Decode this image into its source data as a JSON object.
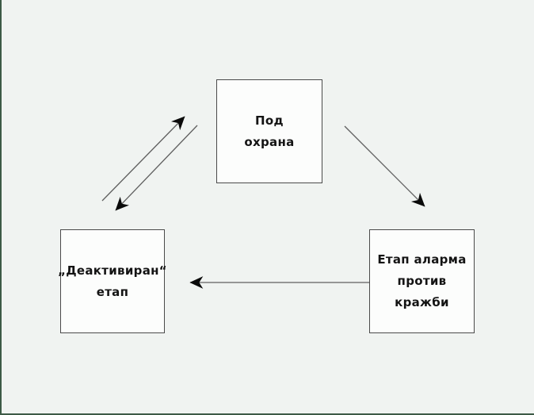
{
  "diagram": {
    "title": "alarm-system-state-diagram",
    "nodes": [
      {
        "id": "armed",
        "label": "Под\nохрана"
      },
      {
        "id": "deactivated",
        "label": "„Деактивиран“\nетап"
      },
      {
        "id": "alarm",
        "label": "Етап аларма\nпротив кражби"
      }
    ],
    "edges": [
      {
        "from": "deactivated",
        "to": "armed"
      },
      {
        "from": "armed",
        "to": "deactivated"
      },
      {
        "from": "armed",
        "to": "alarm"
      },
      {
        "from": "alarm",
        "to": "deactivated"
      }
    ]
  },
  "colors": {
    "background": "#f0f3f1",
    "frame": "#3d5a46",
    "box_fill": "#fcfdfc",
    "box_border": "#4a4a4a",
    "arrow_line": "#5f5f5f",
    "arrow_head": "#0a0a0a",
    "text": "#141414"
  }
}
